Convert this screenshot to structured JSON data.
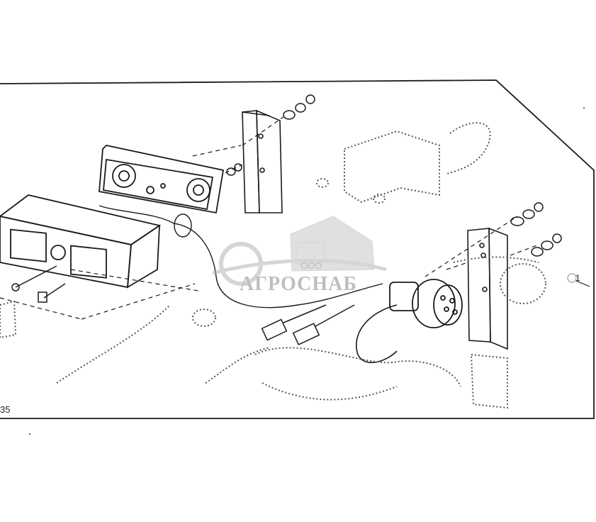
{
  "diagram": {
    "callout_label": "1",
    "corner_label": "35"
  },
  "watermark": {
    "company_prefix": "ООО",
    "company_name": "АГРОСНАБ"
  },
  "colors": {
    "ink": "#1a1a1a",
    "dotted": "#555555",
    "watermark": "#b4b4b4",
    "background": "#ffffff"
  }
}
